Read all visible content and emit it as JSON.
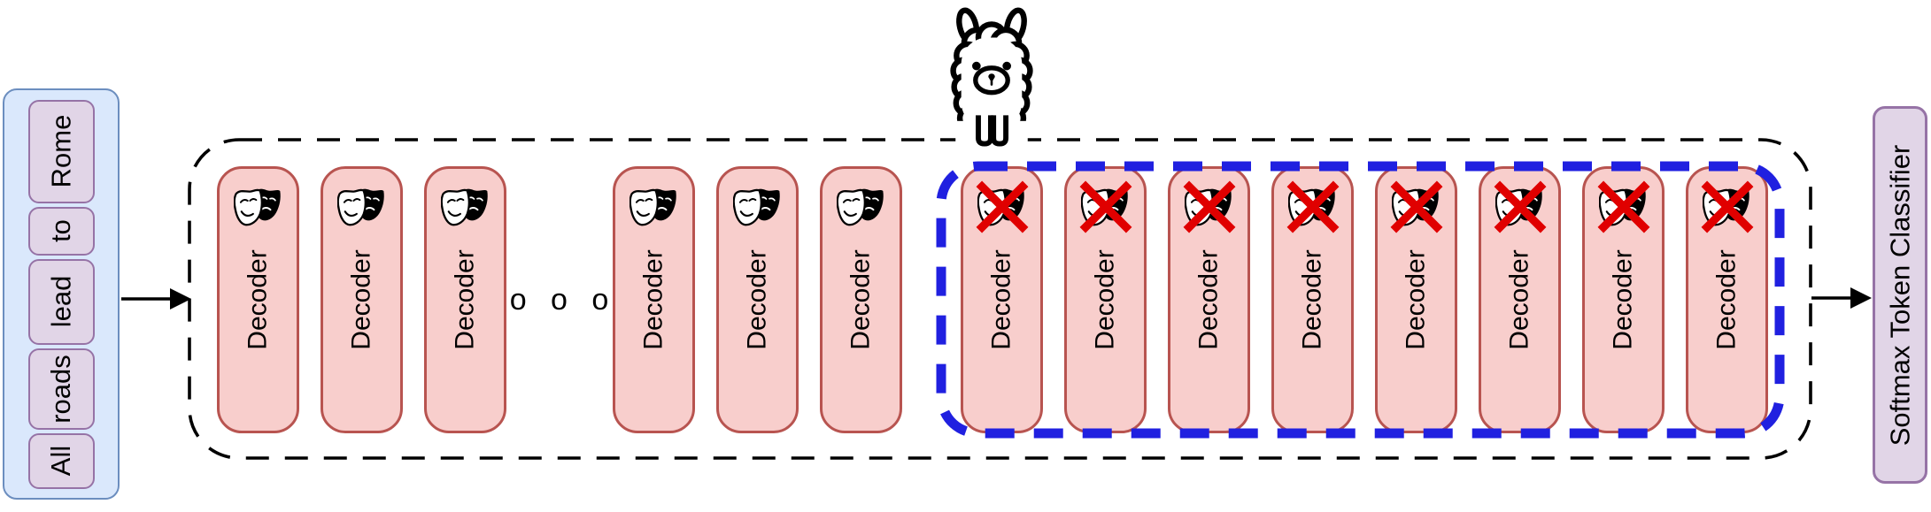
{
  "diagram": {
    "input": {
      "sentence_reading_order": "All roads lead to Rome",
      "tokens_top_to_bottom": [
        "Rome",
        "to",
        "lead",
        "roads",
        "All"
      ]
    },
    "pipeline": {
      "decoder_label": "Decoder",
      "ellipsis": "o o o",
      "kept_decoders_shown": 6,
      "pruned_decoders_shown": 8,
      "total_decoders_shown": 14
    },
    "classifier": {
      "label": "Softmax Token Classifier"
    },
    "icons": {
      "decoder_badge": "theater-masks-icon",
      "pruned_marker": "red-cross-icon",
      "mascot": "llama-icon"
    },
    "colors": {
      "decoder_fill": "#f8cecc",
      "decoder_border": "#b85450",
      "token_fill": "#e1d5e7",
      "token_border": "#9673a6",
      "input_fill": "#dae8fc",
      "input_border": "#6c8ebf",
      "pruned_outline_blue": "#2020e0",
      "cross_red": "#e00000",
      "outline_black": "#000000"
    }
  }
}
